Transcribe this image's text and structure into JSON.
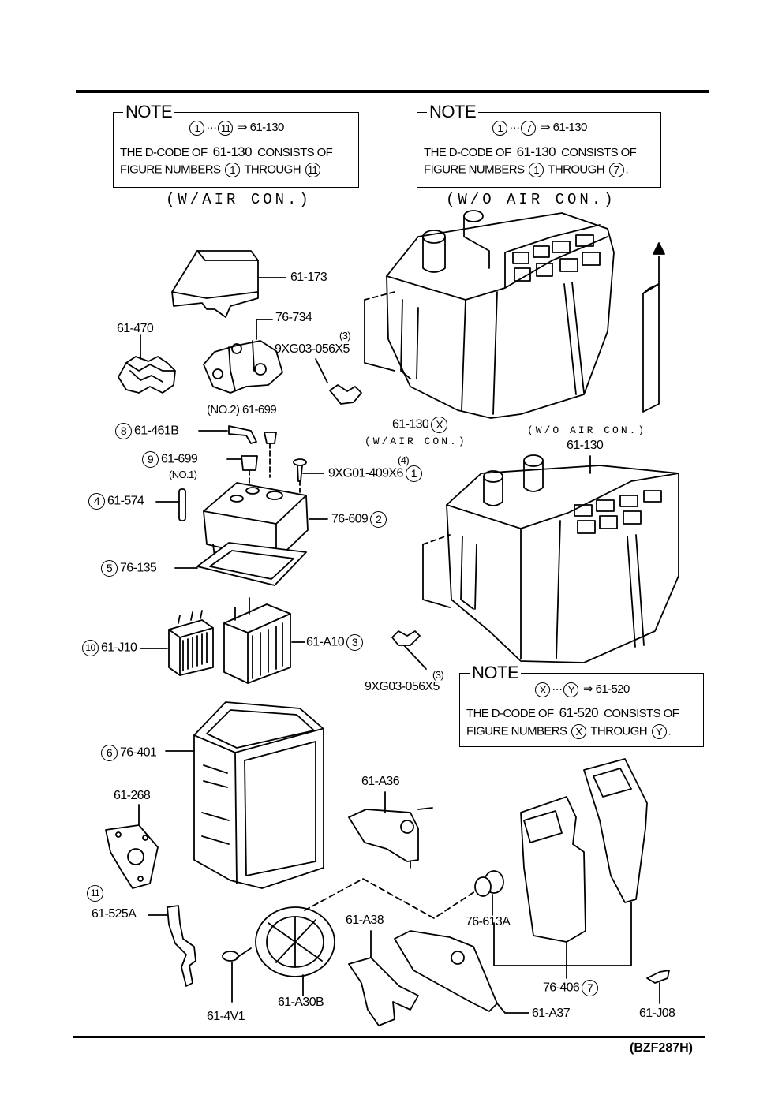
{
  "notes": {
    "left": {
      "title": "NOTE",
      "range_from": "1",
      "range_sep": "···",
      "range_to": "11",
      "arrow": "⇒",
      "code": "61-130",
      "line2a": "THE D-CODE OF",
      "line2b": "61-130",
      "line2c": "CONSISTS OF",
      "line3a": "FIGURE NUMBERS",
      "line3b": "1",
      "line3c": "THROUGH",
      "line3d": "11"
    },
    "right": {
      "title": "NOTE",
      "range_from": "1",
      "range_sep": "···",
      "range_to": "7",
      "arrow": "⇒",
      "code": "61-130",
      "line2a": "THE D-CODE OF",
      "line2b": "61-130",
      "line2c": "CONSISTS OF",
      "line3a": "FIGURE NUMBERS",
      "line3b": "1",
      "line3c": "THROUGH",
      "line3d": "7",
      "line3e": "."
    },
    "lower": {
      "title": "NOTE",
      "range_from": "X",
      "range_sep": "···",
      "range_to": "Y",
      "arrow": "⇒",
      "code": "61-520",
      "line2a": "THE D-CODE OF",
      "line2b": "61-520",
      "line2c": "CONSISTS OF",
      "line3a": "FIGURE NUMBERS",
      "line3b": "X",
      "line3c": "THROUGH",
      "line3d": "Y",
      "line3e": "."
    }
  },
  "captions": {
    "with_ac": "(W/AIR CON.)",
    "without_ac": "(W/O AIR CON.)"
  },
  "parts": {
    "p61_173": "61-173",
    "p76_734": "76-734",
    "p61_470": "61-470",
    "q3a": "(3)",
    "p9xg03a": "9XG03-056X5",
    "p61_130x": "61-130",
    "cx": "X",
    "wac_small": "(W/AIR CON.)",
    "woac_small": "(W/O AIR CON.)",
    "p61_130b": "61-130",
    "no2": "(NO.2) 61-699",
    "c8": "8",
    "p61_461b": "61-461B",
    "c9": "9",
    "p61_699": "61-699",
    "no1": "(NO.1)",
    "q4": "(4)",
    "p9xg01": "9XG01-409X6",
    "c1": "1",
    "c4": "4",
    "p61_574": "61-574",
    "p76_609": "76-609",
    "c2": "2",
    "c5": "5",
    "p76_135": "76-135",
    "c10": "10",
    "p61_j10": "61-J10",
    "p61_a10": "61-A10",
    "c3": "3",
    "q3b": "(3)",
    "p9xg03b": "9XG03-056X5",
    "c6": "6",
    "p76_401": "76-401",
    "p61_268": "61-268",
    "p61_a36": "61-A36",
    "c11": "11",
    "p61_525a": "61-525A",
    "p76_613a": "76-613A",
    "p61_a38": "61-A38",
    "p76_406": "76-406",
    "c7": "7",
    "p61_4v1": "61-4V1",
    "p61_a30b": "61-A30B",
    "p61_a37": "61-A37",
    "p61_j08": "61-J08"
  },
  "code": "(BZF287H)"
}
